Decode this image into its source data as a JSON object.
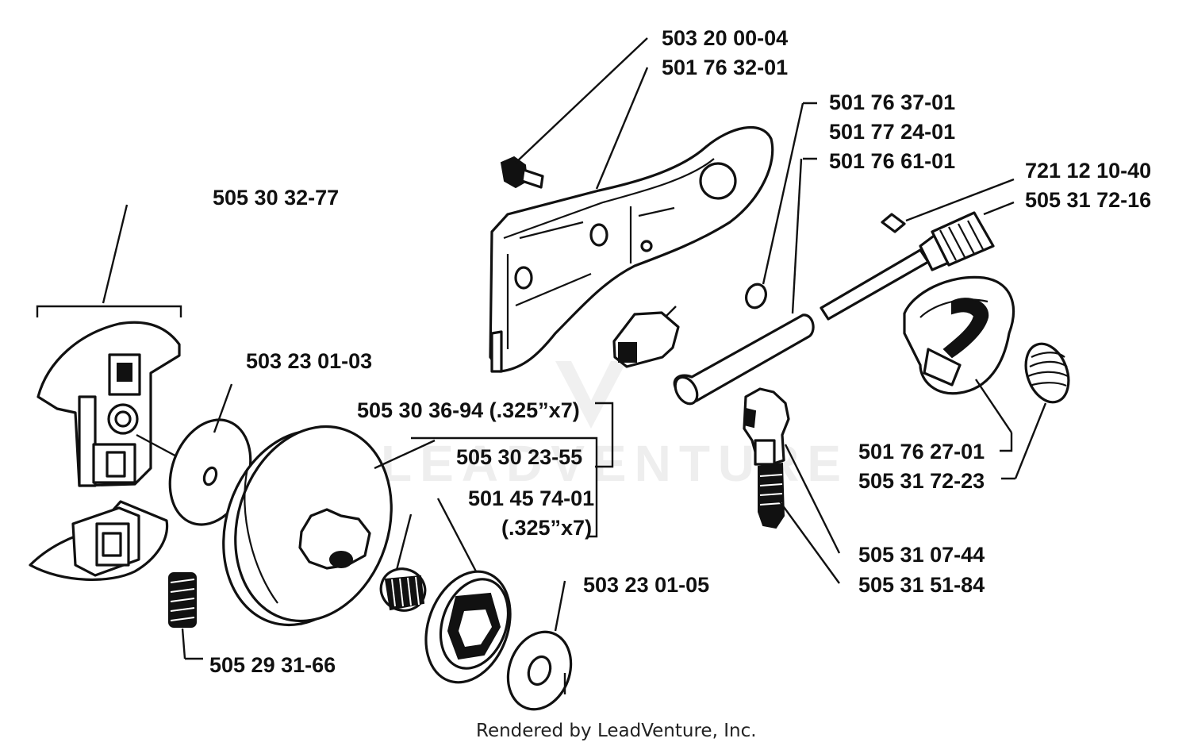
{
  "diagram": {
    "labels": {
      "p503200004": "503 20 00-04",
      "p501763201": "501 76 32-01",
      "p501763701": "501 76 37-01",
      "p501772401": "501 77 24-01",
      "p501766101": "501 76 61-01",
      "p721121040": "721 12 10-40",
      "p505317216": "505 31 72-16",
      "p505303277": "505 30 32-77",
      "p503230103": "503 23 01-03",
      "p505303694": "505 30 36-94 (.325”x7)",
      "p505302355": "505 30 23-55",
      "p501457401_a": "501 45 74-01",
      "p501457401_b": "(.325”x7)",
      "p501762701": "501 76 27-01",
      "p505317223": "505 31 72-23",
      "p505310744": "505 31 07-44",
      "p505315184": "505 31 51-84",
      "p503230105": "503 23 01-05",
      "p505293166": "505 29 31-66"
    },
    "watermark": "LEADVENTURE",
    "credit": "Rendered by LeadVenture, Inc."
  }
}
